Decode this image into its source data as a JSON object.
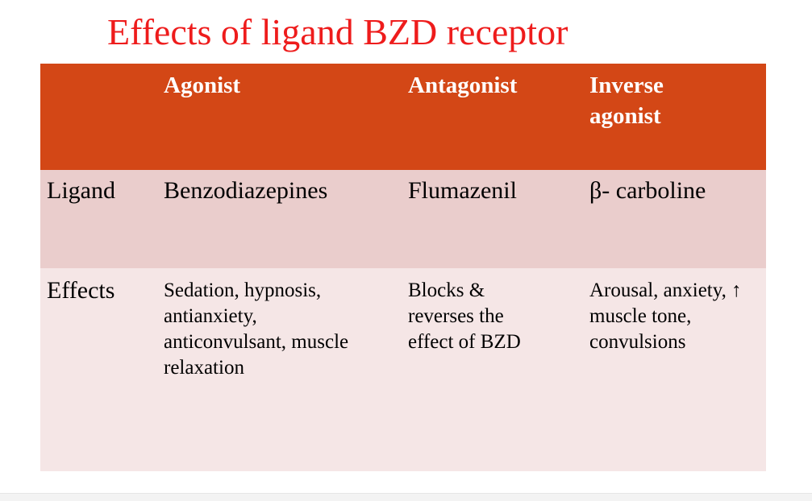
{
  "slide": {
    "title": "Effects of ligand BZD receptor"
  },
  "table": {
    "headers": [
      "",
      "Agonist",
      "Antagonist",
      "Inverse agonist"
    ],
    "rows": [
      {
        "label": "Ligand",
        "agonist": "Benzodiazepines",
        "antagonist": "Flumazenil",
        "inverse_agonist": "β- carboline"
      },
      {
        "label": "Effects",
        "agonist": "Sedation, hypnosis, antianxiety, anticonvulsant, muscle relaxation",
        "antagonist": "Blocks & reverses the effect of BZD",
        "inverse_agonist": "Arousal, anxiety, ↑ muscle tone, convulsions"
      }
    ]
  },
  "colors": {
    "title": "#ee1c1c",
    "header_bg": "#d34716",
    "row1_bg": "#eacdcc",
    "row2_bg": "#f5e6e6"
  }
}
